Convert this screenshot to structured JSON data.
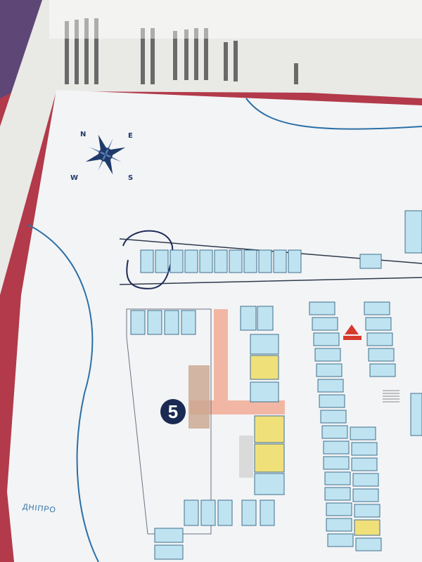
{
  "photo": {
    "subject": "parking map printout",
    "colors": {
      "background_fabric": "#b23a4a",
      "paper": "#f3f4f6",
      "road_pink": "#f2b7a4",
      "parking_spot": "#bfe3f0",
      "parking_spot_border": "#3f6f8e",
      "highlight_yellow": "#f0e07a",
      "water_line": "#2b6fa6",
      "marker_circle": "#1b2a52"
    }
  },
  "map": {
    "zone_number": "5",
    "river_label": "ДНІПРО",
    "compass": {
      "n": "N",
      "e": "E",
      "s": "S",
      "w": "W"
    }
  }
}
